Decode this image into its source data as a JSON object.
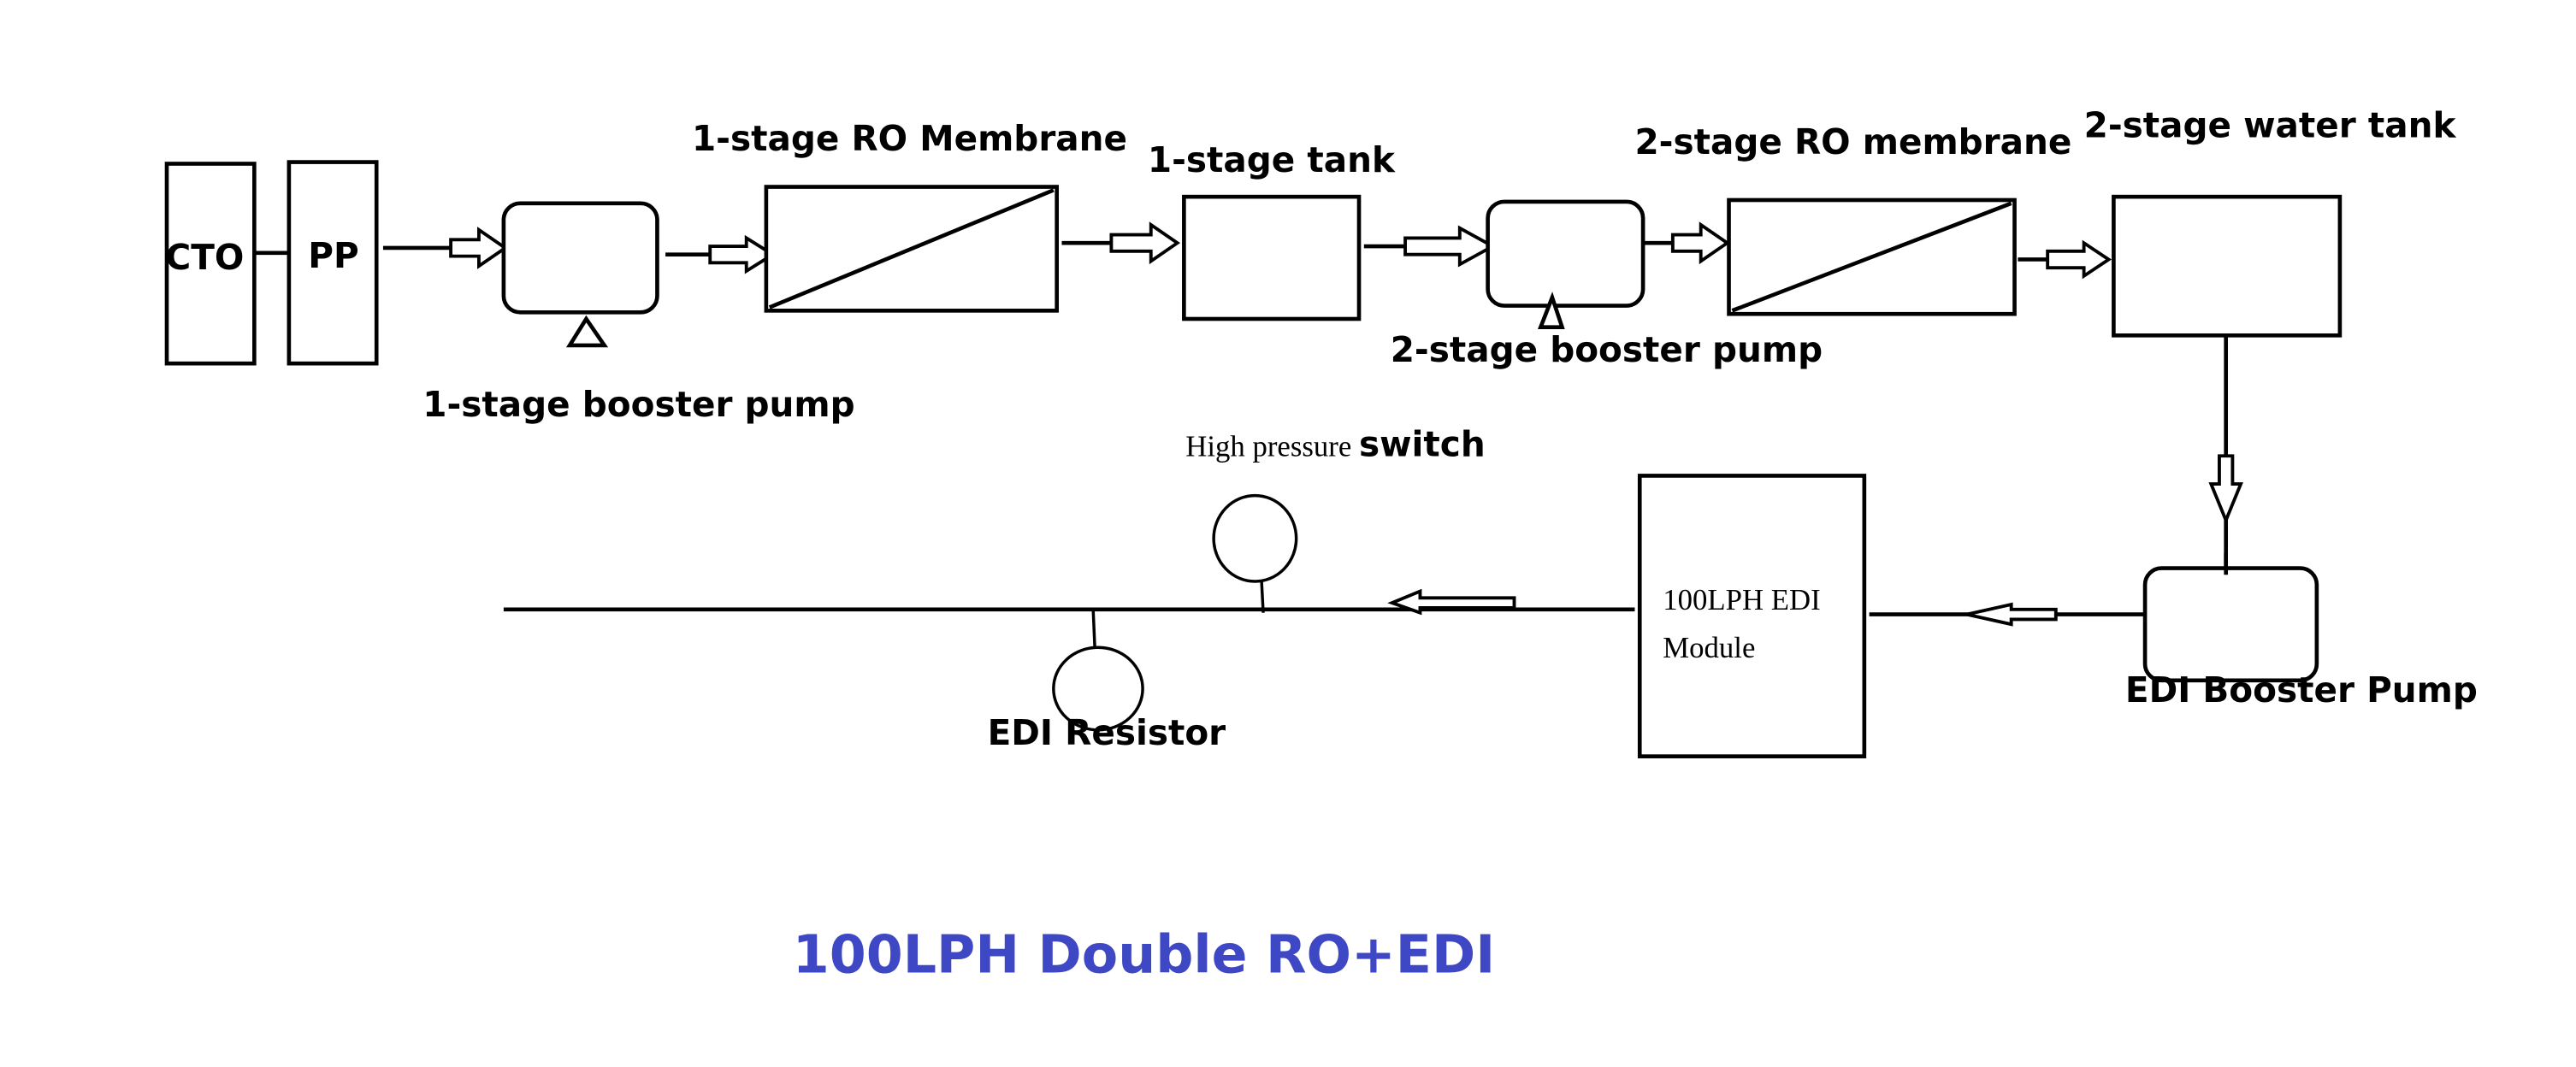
{
  "diagram": {
    "title": "100LPH Double RO+EDI",
    "title_color": "#3F48C4",
    "line_color": "#000000",
    "components": {
      "cto": "CTO",
      "pp": "PP",
      "pump1": "1-stage booster pump",
      "ro1": "1-stage RO Membrane",
      "tank1": "1-stage tank",
      "pump2": "2-stage booster pump",
      "ro2": "2-stage RO membrane",
      "tank2": "2-stage water tank",
      "edi_pump": "EDI Booster Pump",
      "edi_module_line1": "100LPH EDI",
      "edi_module_line2": "Module",
      "hp_switch_regular": "High pressure ",
      "hp_switch_bold": "switch",
      "resistor": "EDI Resistor"
    },
    "flow": [
      "CTO",
      "PP",
      "1-stage booster pump",
      "1-stage RO Membrane",
      "1-stage tank",
      "2-stage booster pump",
      "2-stage RO membrane",
      "2-stage water tank",
      "EDI Booster Pump",
      "100LPH EDI Module",
      "High pressure switch",
      "EDI Resistor"
    ]
  }
}
